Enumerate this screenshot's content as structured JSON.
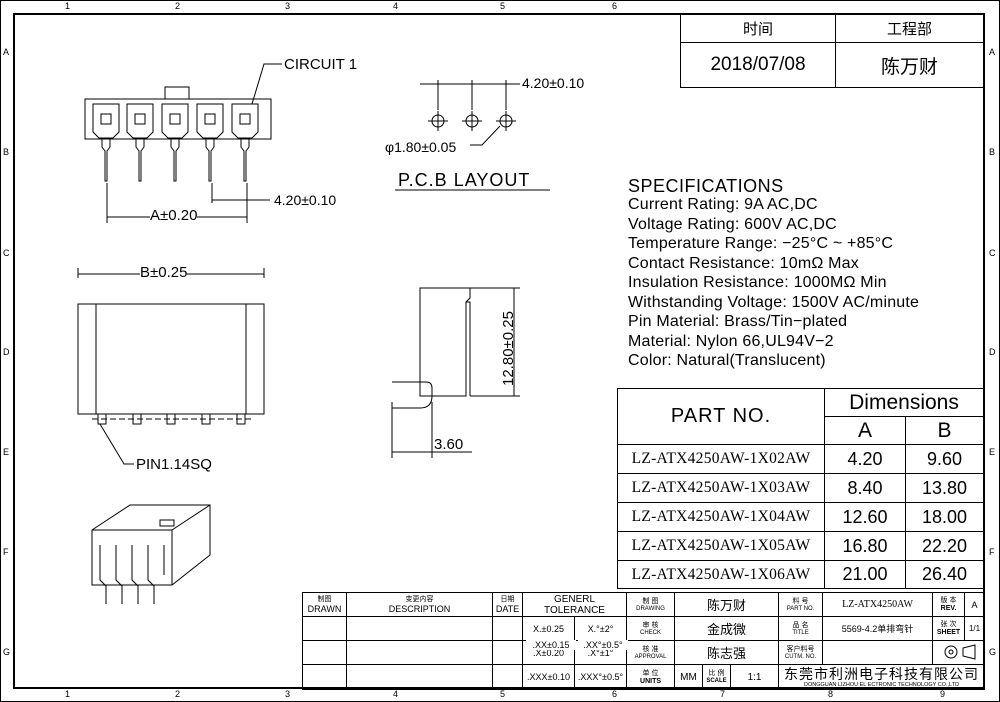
{
  "frame": {
    "cols": [
      "1",
      "2",
      "3",
      "4",
      "5",
      "6",
      "7",
      "8",
      "9"
    ],
    "rows": [
      "A",
      "B",
      "C",
      "D",
      "E",
      "F",
      "G"
    ]
  },
  "header_box": {
    "time_label": "时间",
    "dept_label": "工程部",
    "date": "2018/07/08",
    "person": "陈万财"
  },
  "drawing": {
    "circuit_label": "CIRCUIT  1",
    "a_dim": "A±0.20",
    "pitch_dim": "4.20±0.10",
    "b_dim": "B±0.25",
    "pin_label": "PIN1.14SQ",
    "pcb_pitch": "4.20±0.10",
    "pcb_hole": "φ1.80±0.05",
    "pcb_title": "P.C.B  LAYOUT",
    "height_dim": "12.80±0.25",
    "offset_dim": "3.60"
  },
  "specs": {
    "title": "SPECIFICATIONS",
    "lines": [
      "Current Rating: 9A AC,DC",
      "Voltage Rating: 600V AC,DC",
      "Temperature Range: −25°C ~ +85°C",
      "Contact Resistance: 10mΩ Max",
      "Insulation Resistance: 1000MΩ Min",
      "Withstanding Voltage: 1500V AC/minute",
      "Pin Material: Brass/Tin−plated",
      "Material: Nylon 66,UL94V−2",
      "Color: Natural(Translucent)"
    ]
  },
  "dim_table": {
    "part_no_header": "PART  NO.",
    "dimensions_header": "Dimensions",
    "col_a": "A",
    "col_b": "B",
    "rows": [
      {
        "part": "LZ-ATX4250AW-1X02AW",
        "a": "4.20",
        "b": "9.60"
      },
      {
        "part": "LZ-ATX4250AW-1X03AW",
        "a": "8.40",
        "b": "13.80"
      },
      {
        "part": "LZ-ATX4250AW-1X04AW",
        "a": "12.60",
        "b": "18.00"
      },
      {
        "part": "LZ-ATX4250AW-1X05AW",
        "a": "16.80",
        "b": "22.20"
      },
      {
        "part": "LZ-ATX4250AW-1X06AW",
        "a": "21.00",
        "b": "26.40"
      }
    ]
  },
  "title_block": {
    "drawn_cn": "制图",
    "drawn_en": "DRAWN",
    "desc_cn": "变更内容",
    "desc_en": "DESCRIPTION",
    "date_cn": "日期",
    "date_en": "DATE",
    "tol_header": "GENERL  TOLERANCE",
    "tol": [
      [
        "X.±0.25",
        "X.°±2°"
      ],
      [
        ".X±0.20",
        ".X°±1°"
      ],
      [
        ".XX±0.15",
        ".XX°±0.5°"
      ],
      [
        ".XXX±0.10",
        ".XXX°±0.5°"
      ]
    ],
    "sig": [
      {
        "cn": "制   图",
        "en": "DRAWING",
        "name": "陈万财"
      },
      {
        "cn": "审   核",
        "en": "CHECK",
        "name": "金成微"
      },
      {
        "cn": "核   准",
        "en": "APPROVAL",
        "name": "陈志强"
      }
    ],
    "units_cn": "单 位",
    "units_en": "UNITS",
    "units_val": "MM",
    "scale_cn": "比 例",
    "scale_en": "SCALE",
    "scale_val": "1:1",
    "partno_cn": "料 号",
    "partno_en": "PART NO.",
    "partno_val": "LZ-ATX4250AW",
    "rev_cn": "版 本",
    "rev_en": "REV.",
    "rev_val": "A",
    "title_cn": "品 名",
    "title_en": "TITLE",
    "title_val": "5569-4.2单排弯针",
    "sheet_cn": "张 次",
    "sheet_en": "SHEET",
    "sheet_val": "1/1",
    "cust_cn": "客户料号",
    "cust_en": "CUTM. NO.",
    "company_cn": "东莞市利洲电子科技有限公司",
    "company_en": "DONGGUAN LIZHOU EL ECTRONIC TECHNOLOGY CO.,LTD"
  }
}
